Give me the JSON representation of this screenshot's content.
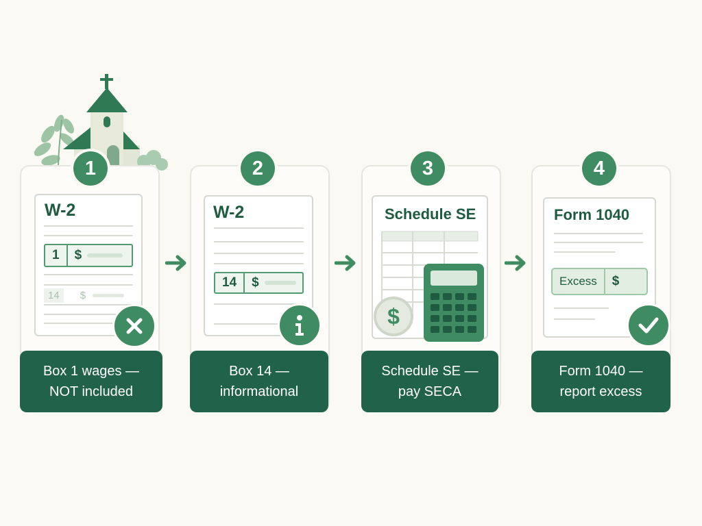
{
  "colors": {
    "primary_green": "#3f8c63",
    "dark_green": "#21634a",
    "background": "#fbf9f3"
  },
  "steps": [
    {
      "number": "1",
      "form_title": "W-2",
      "field_number": "1",
      "field_symbol": "$",
      "faded_field_number": "14",
      "faded_field_symbol": "$",
      "status_icon": "close-icon",
      "caption_line1": "Box 1 wages —",
      "caption_line2": "NOT included"
    },
    {
      "number": "2",
      "form_title": "W-2",
      "field_number": "14",
      "field_symbol": "$",
      "status_icon": "info-icon",
      "caption_line1": "Box 14 —",
      "caption_line2": "informational"
    },
    {
      "number": "3",
      "form_title": "Schedule SE",
      "coin_symbol": "$",
      "status_icon": "calculator-icon",
      "caption_line1": "Schedule SE —",
      "caption_line2": "pay SECA"
    },
    {
      "number": "4",
      "form_title": "Form 1040",
      "field_label": "Excess",
      "field_symbol": "$",
      "status_icon": "check-icon",
      "caption_line1": "Form 1040 —",
      "caption_line2": "report excess"
    }
  ]
}
